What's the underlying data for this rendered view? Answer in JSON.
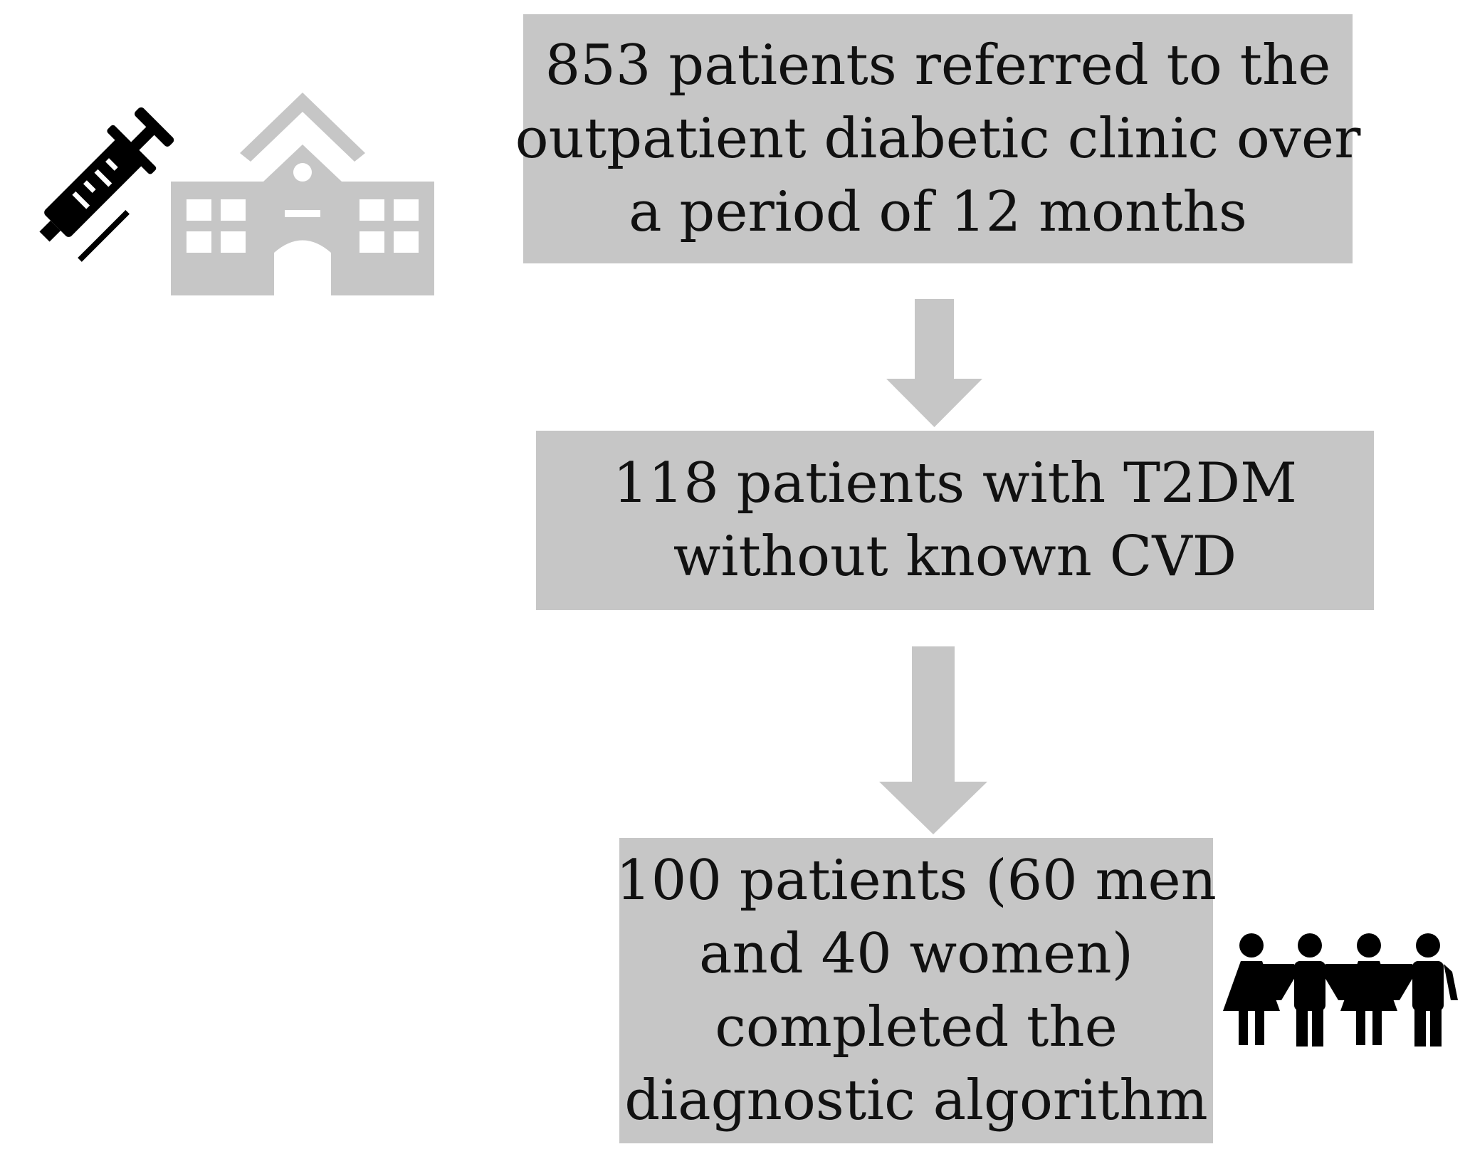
{
  "colors": {
    "box_fill": "#c6c6c6",
    "arrow_fill": "#c6c6c6",
    "text": "#111111",
    "syringe_icon": "#000000",
    "hospital_icon": "#c6c6c6",
    "people_icon": "#000000"
  },
  "boxes": [
    {
      "lines": [
        "853 patients referred to the",
        "outpatient diabetic clinic over",
        "a period of 12 months"
      ]
    },
    {
      "lines": [
        "118 patients with T2DM",
        "without known CVD"
      ]
    },
    {
      "lines": [
        "100 patients (60 men",
        "and 40 women)",
        "completed the",
        "diagnostic algorithm"
      ]
    }
  ],
  "icons": [
    "syringe-icon",
    "hospital-icon",
    "people-icon"
  ]
}
